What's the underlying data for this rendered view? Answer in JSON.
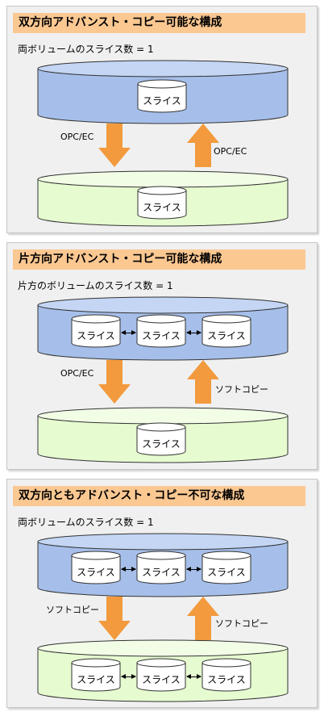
{
  "panels": [
    {
      "title": "双方向アドバンスト・コピー可能な構成",
      "subtitle": "両ボリュームのスライス数 = 1",
      "top_volume": {
        "slices": [
          "スライス"
        ],
        "color": "#a6bfea"
      },
      "bottom_volume": {
        "slices": [
          "スライス"
        ],
        "color": "#e6fbd0"
      },
      "down_label": "OPC/EC",
      "up_label": "OPC/EC"
    },
    {
      "title": "片方向アドバンスト・コピー可能な構成",
      "subtitle": "片方のボリュームのスライス数 = 1",
      "top_volume": {
        "slices": [
          "スライス",
          "スライス",
          "スライス"
        ],
        "color": "#a6bfea"
      },
      "bottom_volume": {
        "slices": [
          "スライス"
        ],
        "color": "#e6fbd0"
      },
      "down_label": "OPC/EC",
      "up_label": "ソフトコピー"
    },
    {
      "title": "双方向ともアドバンスト・コピー不可な構成",
      "subtitle": "両ボリュームのスライス数 = 1",
      "top_volume": {
        "slices": [
          "スライス",
          "スライス",
          "スライス"
        ],
        "color": "#a6bfea"
      },
      "bottom_volume": {
        "slices": [
          "スライス",
          "スライス",
          "スライス"
        ],
        "color": "#e6fbd0"
      },
      "down_label": "ソフトコピー",
      "up_label": "ソフトコピー"
    }
  ],
  "colors": {
    "title_bar": "#fbc892",
    "panel_bg": "#f0f0f0",
    "arrow": "#f29a3d",
    "slice_fill": "#ffffff"
  }
}
